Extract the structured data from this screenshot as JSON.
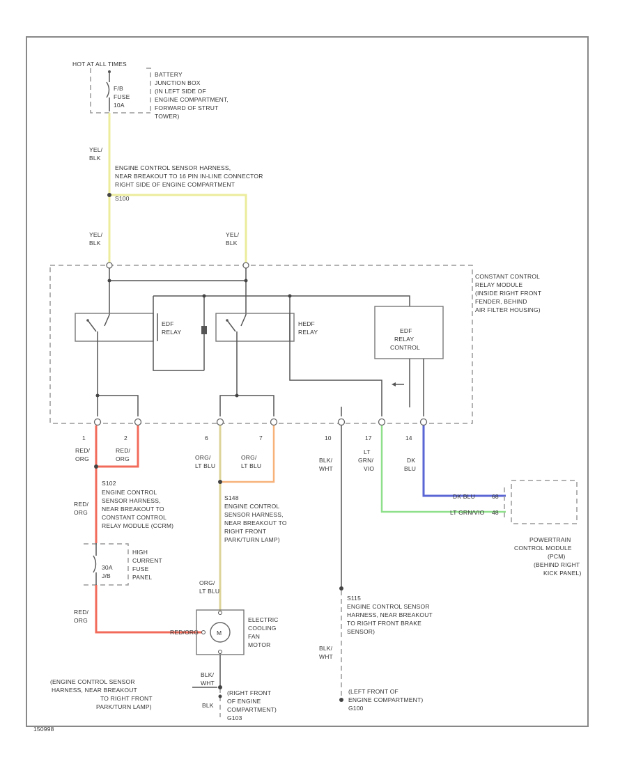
{
  "top": {
    "power_label": "HOT AT ALL TIMES",
    "fuse_label": [
      "F/B",
      "FUSE",
      "10A"
    ],
    "fuse_location": [
      "BATTERY",
      "JUNCTION BOX",
      "(IN LEFT SIDE OF",
      "ENGINE COMPARTMENT,",
      "FORWARD OF STRUT",
      "TOWER)"
    ]
  },
  "splices": {
    "s100_wire_top": [
      "YEL/",
      "BLK"
    ],
    "s100_desc": [
      "ENGINE CONTROL SENSOR HARNESS,",
      "NEAR BREAKOUT TO 16 PIN IN-LINE CONNECTOR",
      "RIGHT SIDE OF ENGINE COMPARTMENT"
    ],
    "s100_id": "S100",
    "feed_left": [
      "YEL/",
      "BLK"
    ],
    "feed_right": [
      "YEL/",
      "BLK"
    ]
  },
  "module": {
    "name": [
      "CONSTANT CONTROL",
      "RELAY MODULE",
      "(INSIDE RIGHT FRONT",
      "FENDER, BEHIND",
      "AIR FILTER HOUSING)"
    ],
    "relay1": [
      "EDF",
      "RELAY"
    ],
    "relay2": [
      "HEDF",
      "RELAY"
    ],
    "control": [
      "EDF",
      "RELAY",
      "CONTROL"
    ]
  },
  "pins": [
    {
      "num": "1",
      "wire": [
        "RED/",
        "ORG"
      ]
    },
    {
      "num": "2",
      "wire": [
        "RED/",
        "ORG"
      ]
    },
    {
      "num": "6",
      "wire": [
        "ORG/",
        "LT BLU"
      ]
    },
    {
      "num": "7",
      "wire": [
        "ORG/",
        "LT BLU"
      ]
    },
    {
      "num": "10",
      "wire": [
        "BLK/",
        "WHT"
      ]
    },
    {
      "num": "17",
      "wire": [
        "LT",
        "GRN/",
        "VIO"
      ]
    },
    {
      "num": "14",
      "wire": [
        "DK",
        "BLU"
      ]
    }
  ],
  "s102": {
    "wire": [
      "RED/",
      "ORG"
    ],
    "desc": [
      "S102",
      "ENGINE CONTROL",
      "SENSOR HARNESS,",
      "NEAR BREAKOUT TO",
      "CONSTANT CONTROL",
      "RELAY MODULE (CCRM)"
    ]
  },
  "fuse2": {
    "label": [
      "30A",
      "J/B"
    ],
    "desc": [
      "HIGH",
      "CURRENT",
      "FUSE",
      "PANEL"
    ],
    "wire_below": [
      "RED/",
      "ORG"
    ],
    "inline_tag": "RED/ORG"
  },
  "s148": {
    "desc": [
      "S148",
      "ENGINE CONTROL",
      "SENSOR HARNESS,",
      "NEAR BREAKOUT TO",
      "RIGHT FRONT",
      "PARK/TURN LAMP)"
    ],
    "wire_below": [
      "ORG/",
      "LT BLU"
    ]
  },
  "motor": {
    "label": [
      "ELECTRIC",
      "COOLING",
      "FAN",
      "MOTOR"
    ]
  },
  "ground_left": {
    "wire1": [
      "BLK/",
      "WHT"
    ],
    "note": [
      "(ENGINE CONTROL SENSOR",
      "HARNESS, NEAR BREAKOUT",
      "TO RIGHT FRONT",
      "PARK/TURN LAMP)"
    ],
    "wire2": "BLK",
    "loc": [
      "(RIGHT FRONT",
      "OF ENGINE",
      "COMPARTMENT)",
      "G103"
    ]
  },
  "s115": {
    "desc": [
      "S115",
      "ENGINE CONTROL SENSOR",
      "HARNESS, NEAR BREAKOUT",
      "TO RIGHT FRONT BRAKE",
      "SENSOR)"
    ],
    "wire": [
      "BLK/",
      "WHT"
    ],
    "loc": [
      "(LEFT FRONT OF",
      "ENGINE COMPARTMENT)",
      "G100"
    ]
  },
  "pcm": {
    "name": [
      "POWERTRAIN",
      "CONTROL MODULE",
      "(PCM)",
      "(BEHIND RIGHT",
      "KICK PANEL)"
    ],
    "pin_a": "68",
    "pin_b": "48",
    "wire_a": "DK BLU",
    "wire_b": "LT GRN/VIO"
  },
  "footer": "150998",
  "colors": {
    "yel_blk": "#ecec9c",
    "red_org": "#f26b5a",
    "org_ltblu": "#ddd49a",
    "org_ltblu_branch": "#f7b27a",
    "lt_grn": "#8fe08a",
    "dk_blu": "#5a66d4",
    "frame": "#777777"
  }
}
